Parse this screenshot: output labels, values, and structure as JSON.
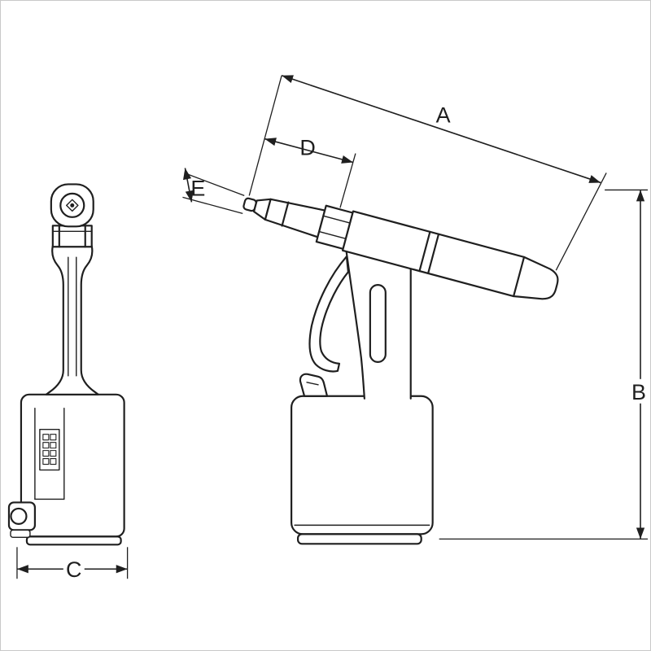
{
  "diagram": {
    "type": "technical-drawing",
    "subject": "pneumatic-rivet-gun-two-view-dimension-drawing",
    "dimension_labels": {
      "a": "A",
      "b": "B",
      "c": "C",
      "d": "D",
      "e": "E"
    },
    "colors": {
      "line": "#1f1f1f",
      "background": "#ffffff",
      "frame_border": "#c9c9c9"
    }
  }
}
